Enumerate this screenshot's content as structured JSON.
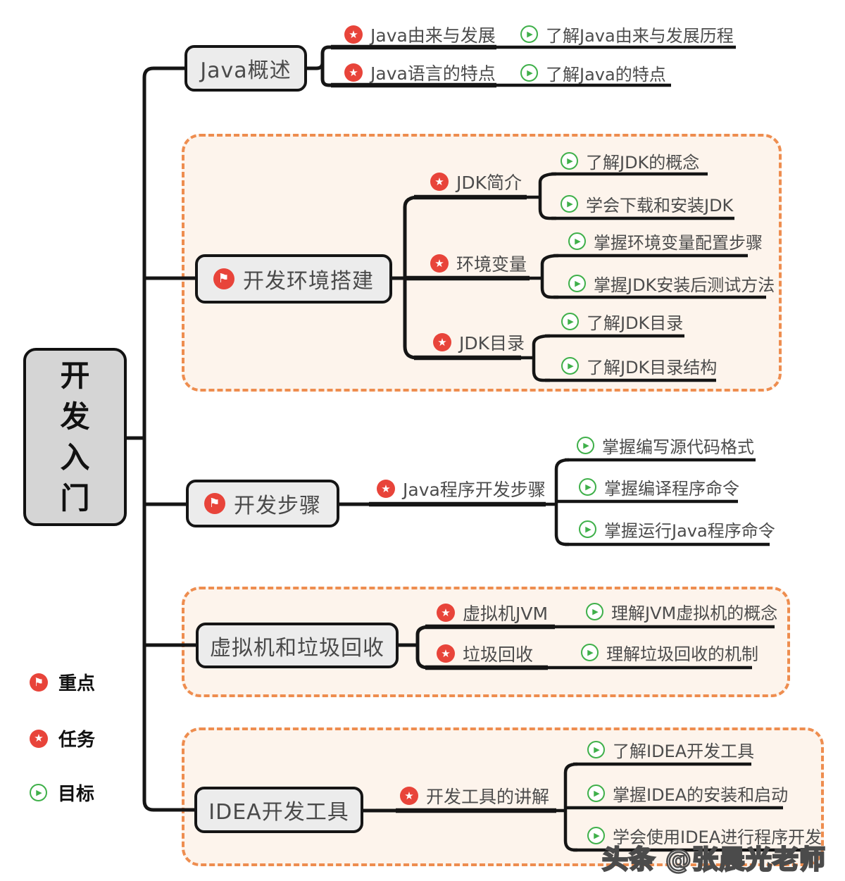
{
  "root": {
    "label": "开发入门"
  },
  "branches": [
    {
      "label": "Java概述",
      "children": [
        {
          "task": "Java由来与发展",
          "goals": [
            "了解Java由来与发展历程"
          ]
        },
        {
          "task": "Java语言的特点",
          "goals": [
            "了解Java的特点"
          ]
        }
      ]
    },
    {
      "label": "开发环境搭建",
      "children": [
        {
          "task": "JDK简介",
          "goals": [
            "了解JDK的概念",
            "学会下载和安装JDK"
          ]
        },
        {
          "task": "环境变量",
          "goals": [
            "掌握环境变量配置步骤",
            "掌握JDK安装后测试方法"
          ]
        },
        {
          "task": "JDK目录",
          "goals": [
            "了解JDK目录",
            "了解JDK目录结构"
          ]
        }
      ]
    },
    {
      "label": "开发步骤",
      "children": [
        {
          "task": "Java程序开发步骤",
          "goals": [
            "掌握编写源代码格式",
            "掌握编译程序命令",
            "掌握运行Java程序命令"
          ]
        }
      ]
    },
    {
      "label": "虚拟机和垃圾回收",
      "children": [
        {
          "task": "虚拟机JVM",
          "goals": [
            "理解JVM虚拟机的概念"
          ]
        },
        {
          "task": "垃圾回收",
          "goals": [
            "理解垃圾回收的机制"
          ]
        }
      ]
    },
    {
      "label": "IDEA开发工具",
      "children": [
        {
          "task": "开发工具的讲解",
          "goals": [
            "了解IDEA开发工具",
            "掌握IDEA的安装和启动",
            "学会使用IDEA进行程序开发"
          ]
        }
      ]
    }
  ],
  "legend": [
    {
      "icon": "flag-icon",
      "label": "重点"
    },
    {
      "icon": "star-icon",
      "label": "任务"
    },
    {
      "icon": "play-icon",
      "label": "目标"
    }
  ],
  "icons": {
    "flag": "⚑",
    "star": "★",
    "play": "▶"
  },
  "watermark": "头条 @张晨光老师",
  "colors": {
    "badge_red": "#e8443a",
    "goal_green": "#3fb04a",
    "dashed_orange": "#ee8d4f",
    "dashed_bg": "#fdf4ec",
    "node_bg": "#ececec",
    "root_bg": "#d5d5d5",
    "line": "#151515",
    "text": "#4c4c4c"
  }
}
